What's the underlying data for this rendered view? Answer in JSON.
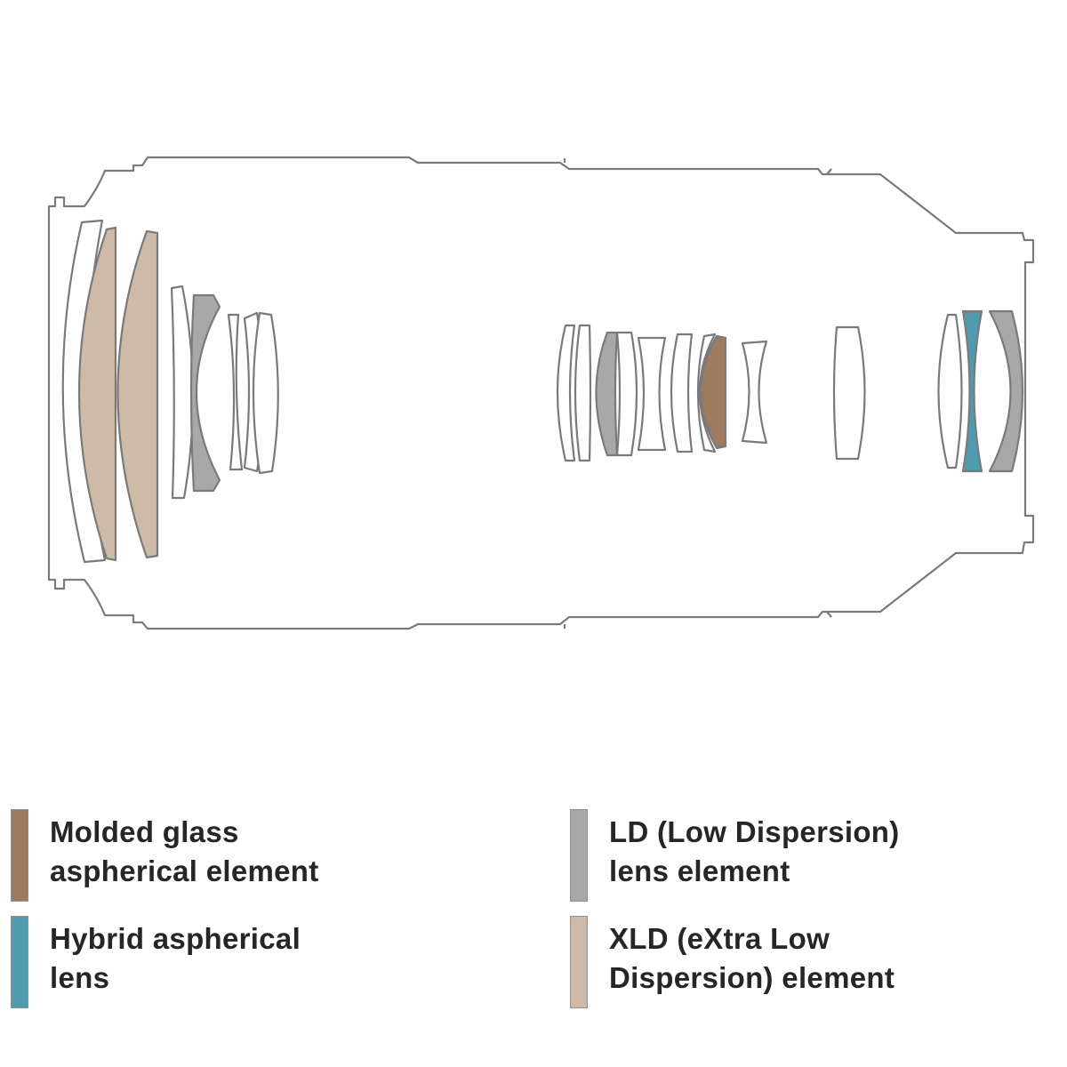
{
  "colors": {
    "outline": "#7a7a7a",
    "molded": "#9d7b5e",
    "ld": "#a8a8a8",
    "hybrid": "#4f9bb0",
    "xld": "#cdbba7",
    "clear": "#ffffff"
  },
  "legend": [
    {
      "name": "legend-molded-glass",
      "text": "Molded glass\naspherical element",
      "color": "#9d7b5e"
    },
    {
      "name": "legend-hybrid-aspherical",
      "text": "Hybrid aspherical\nlens",
      "color": "#4f9bb0"
    },
    {
      "name": "legend-ld",
      "text": "LD (Low Dispersion)\nlens element",
      "color": "#a8a8a8"
    },
    {
      "name": "legend-xld",
      "text": "XLD (eXtra Low\nDispersion) element",
      "color": "#cdbba7"
    }
  ],
  "elements": [
    {
      "name": "front-element-1",
      "type": "clear"
    },
    {
      "name": "front-element-2",
      "type": "xld"
    },
    {
      "name": "front-element-3",
      "type": "xld"
    },
    {
      "name": "group2-element-1",
      "type": "clear"
    },
    {
      "name": "group2-element-2",
      "type": "ld"
    },
    {
      "name": "group2-element-3",
      "type": "clear"
    },
    {
      "name": "group2-element-4",
      "type": "clear"
    },
    {
      "name": "group3-element-1",
      "type": "clear"
    },
    {
      "name": "group3-element-2",
      "type": "clear"
    },
    {
      "name": "group3-element-3",
      "type": "ld"
    },
    {
      "name": "group3-element-4",
      "type": "clear"
    },
    {
      "name": "group3-element-5",
      "type": "clear"
    },
    {
      "name": "group3-element-6",
      "type": "clear"
    },
    {
      "name": "group3-element-7",
      "type": "molded"
    },
    {
      "name": "group3-element-8",
      "type": "clear"
    },
    {
      "name": "group4-element-1",
      "type": "clear"
    },
    {
      "name": "rear-element-1",
      "type": "clear"
    },
    {
      "name": "rear-element-2",
      "type": "hybrid"
    },
    {
      "name": "rear-element-3",
      "type": "ld"
    }
  ]
}
